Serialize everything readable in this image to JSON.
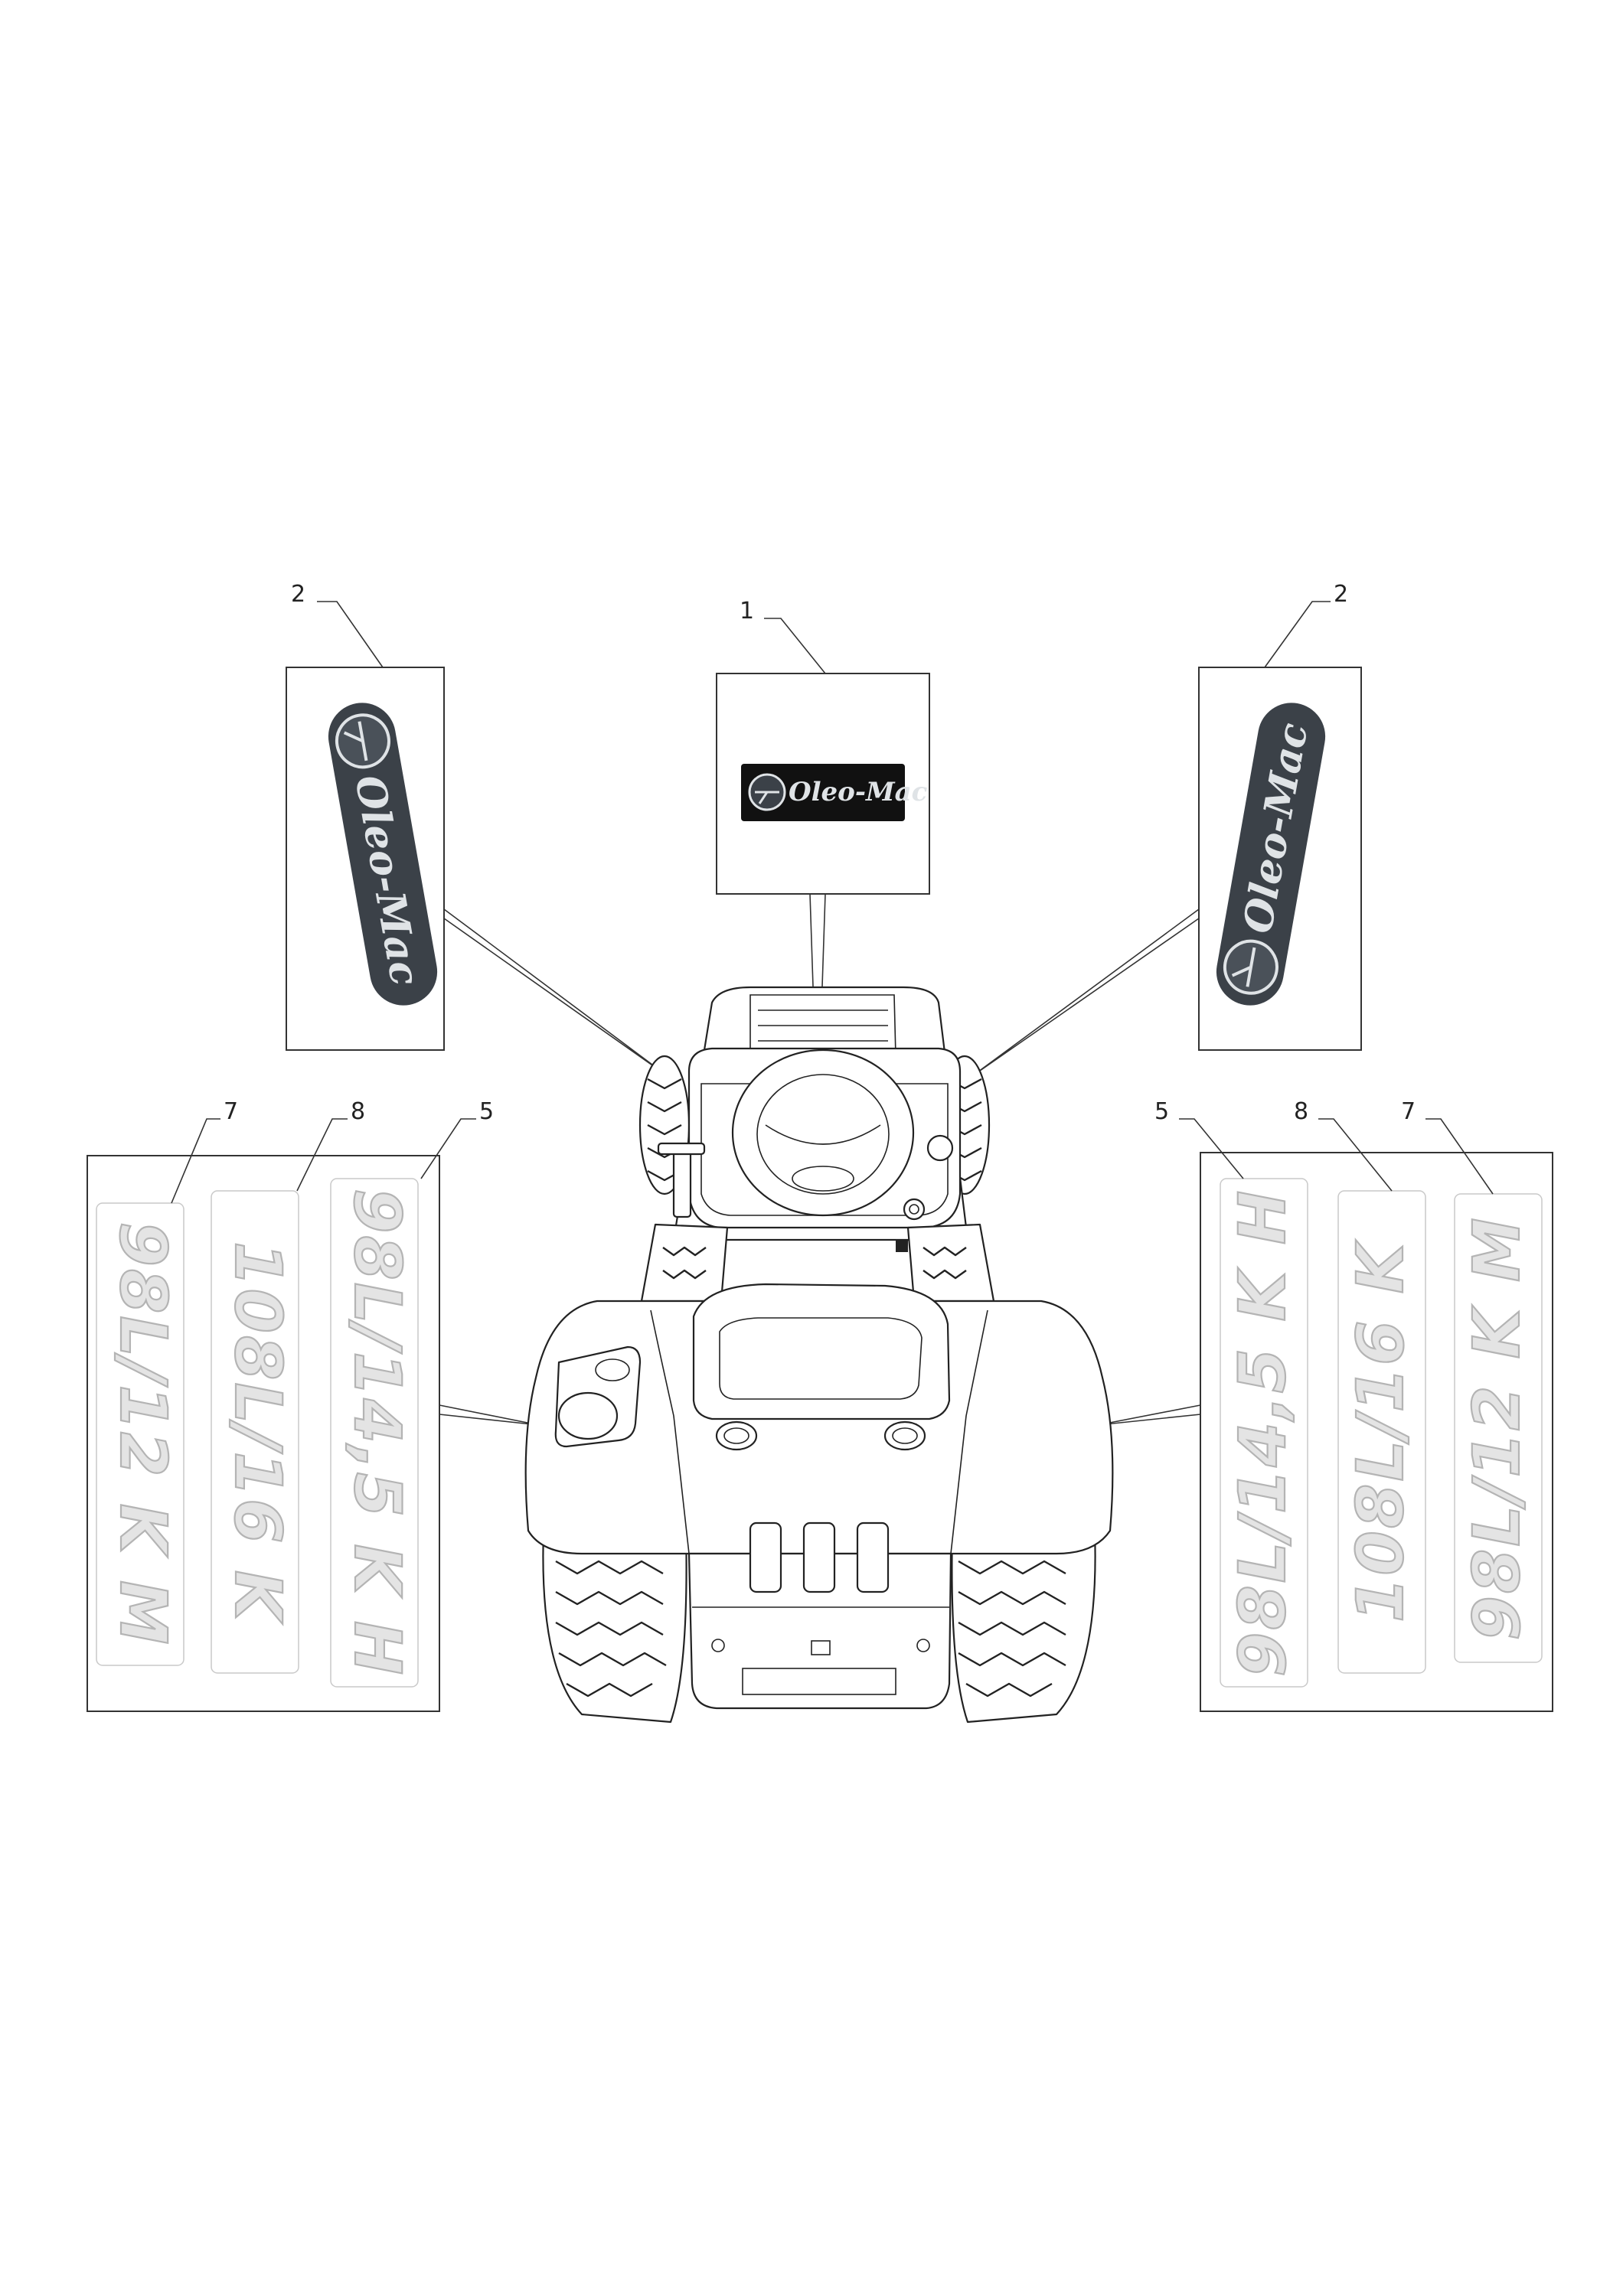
{
  "callouts": {
    "decal_1": "1",
    "decal_2_left": "2",
    "decal_2_right": "2",
    "decal_7_left": "7",
    "decal_8_left": "8",
    "decal_5_left": "5",
    "decal_5_right": "5",
    "decal_8_right": "8",
    "decal_7_right": "7"
  },
  "brand": {
    "logo_text": "Oleo-Mac"
  },
  "decals": {
    "left_7": "98L/12 K M",
    "left_8": "108L/16 K",
    "left_5": "98L/14,5 K H",
    "right_5": "98L/14,5 K H",
    "right_8": "108L/16 K",
    "right_7": "98L/12 K M"
  },
  "colors": {
    "logo_background": "#3b4148",
    "logo_text": "#dfe3e6",
    "decal_fill": "#e4e4e4",
    "decal_stroke": "#b4b4b4",
    "line": "#222222"
  }
}
